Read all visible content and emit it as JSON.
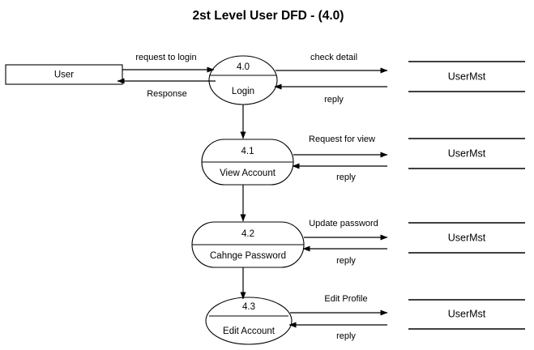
{
  "diagram": {
    "title": "2st Level User DFD - (4.0)",
    "background_color": "#ffffff",
    "line_color": "#000000",
    "external_entities": [
      {
        "id": "user",
        "label": "User"
      }
    ],
    "processes": [
      {
        "id": "p40",
        "number": "4.0",
        "name": "Login"
      },
      {
        "id": "p41",
        "number": "4.1",
        "name": "View Account"
      },
      {
        "id": "p42",
        "number": "4.2",
        "name": "Cahnge Password"
      },
      {
        "id": "p43",
        "number": "4.3",
        "name": "Edit Account"
      }
    ],
    "data_stores": [
      {
        "id": "ds1",
        "label": "UserMst"
      },
      {
        "id": "ds2",
        "label": "UserMst"
      },
      {
        "id": "ds3",
        "label": "UserMst"
      },
      {
        "id": "ds4",
        "label": "UserMst"
      }
    ],
    "flows": [
      {
        "id": "f1",
        "label": "request to login",
        "from": "user",
        "to": "p40"
      },
      {
        "id": "f2",
        "label": "Response",
        "from": "p40",
        "to": "user"
      },
      {
        "id": "f3",
        "label": "check detail",
        "from": "p40",
        "to": "ds1"
      },
      {
        "id": "f4",
        "label": "reply",
        "from": "ds1",
        "to": "p40"
      },
      {
        "id": "f5",
        "label": "Request for view",
        "from": "p41",
        "to": "ds2"
      },
      {
        "id": "f6",
        "label": "reply",
        "from": "ds2",
        "to": "p41"
      },
      {
        "id": "f7",
        "label": "Update password",
        "from": "p42",
        "to": "ds3"
      },
      {
        "id": "f8",
        "label": "reply",
        "from": "ds3",
        "to": "p42"
      },
      {
        "id": "f9",
        "label": "Edit Profile",
        "from": "p43",
        "to": "ds4"
      },
      {
        "id": "f10",
        "label": "reply",
        "from": "ds4",
        "to": "p43"
      }
    ],
    "connectors": [
      {
        "id": "c1",
        "label": "",
        "from": "p40",
        "to": "p41"
      },
      {
        "id": "c2",
        "label": "",
        "from": "p41",
        "to": "p42"
      },
      {
        "id": "c3",
        "label": "",
        "from": "p42",
        "to": "p43"
      }
    ]
  }
}
